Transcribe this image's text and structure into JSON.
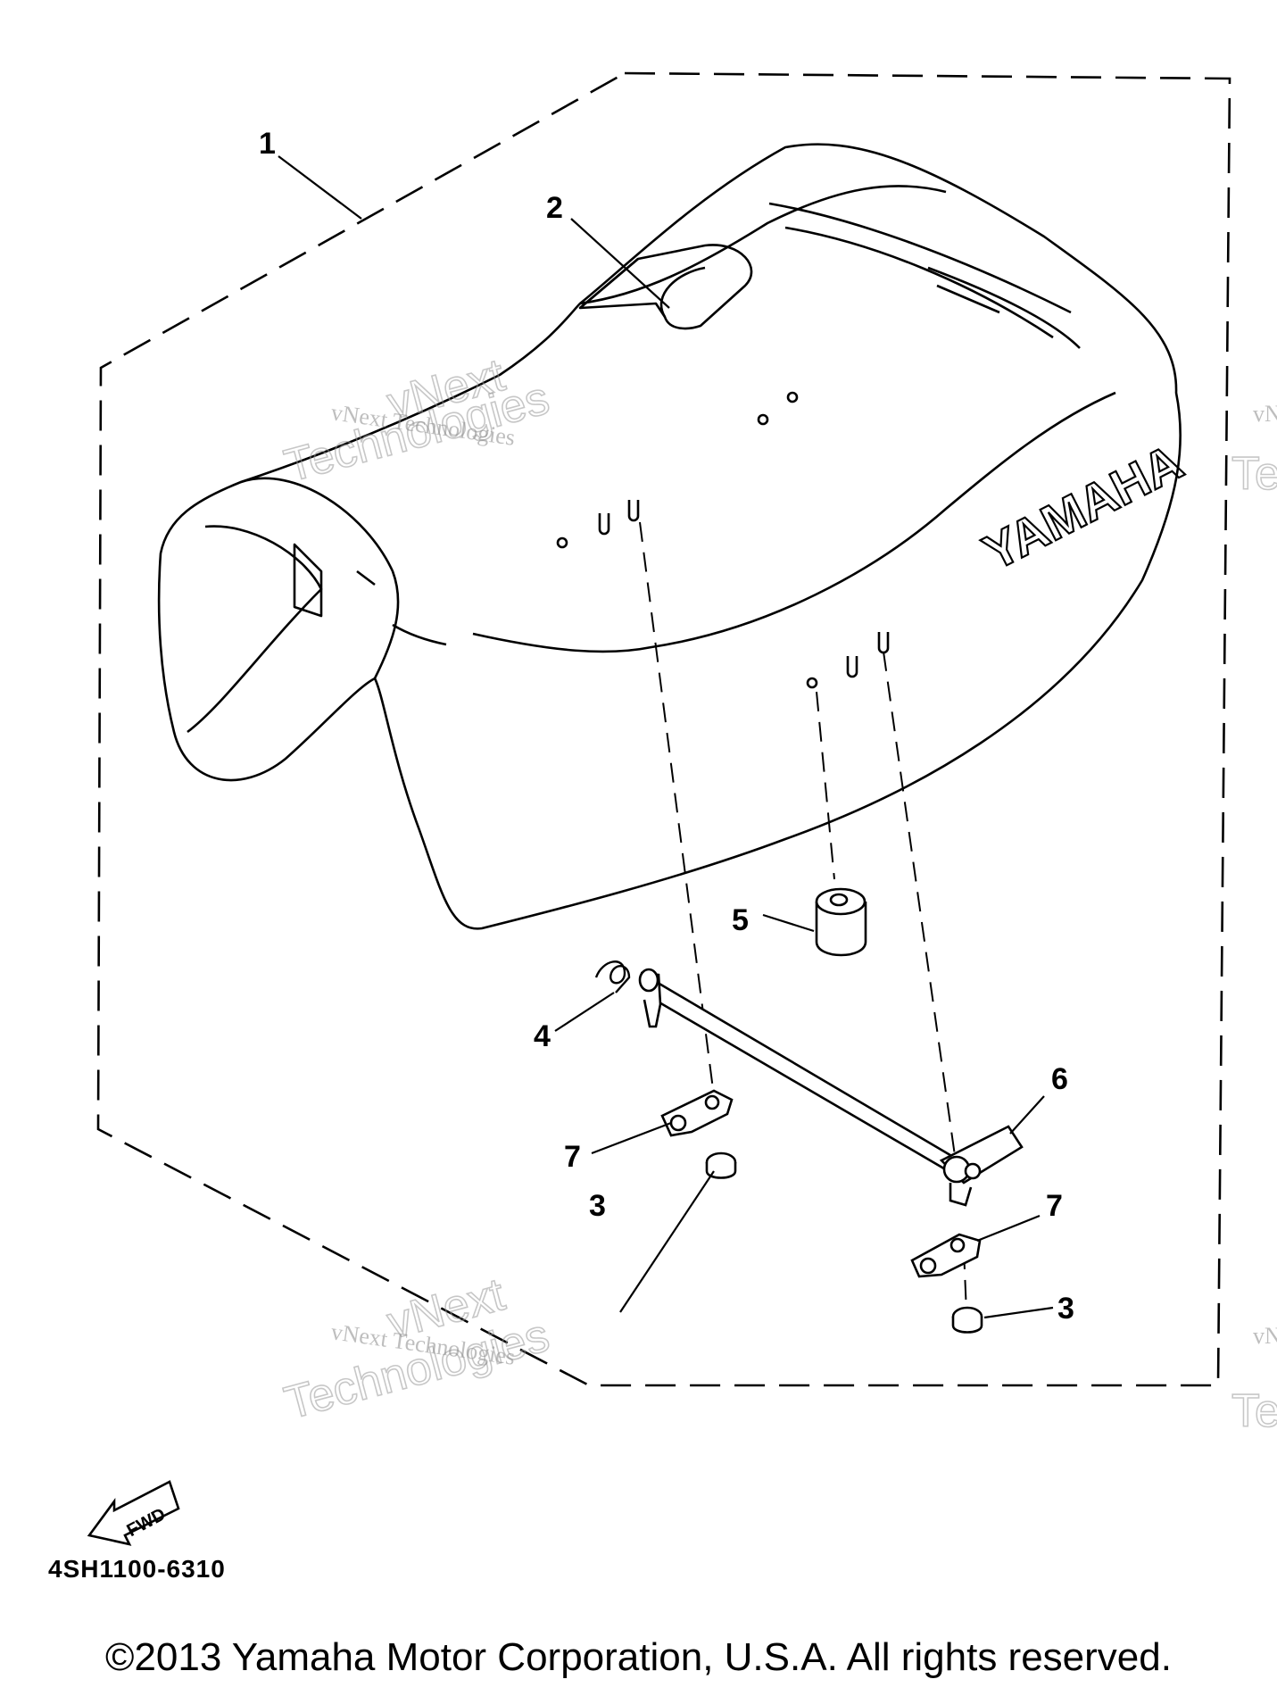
{
  "diagram": {
    "callouts": [
      "1",
      "2",
      "3",
      "4",
      "5",
      "6",
      "7",
      "7",
      "3"
    ],
    "brand_text": "YAMAHA",
    "fwd_label": "FWD",
    "watermark": {
      "line1": "vNext Technologies",
      "line2": "vNext",
      "line3": "Technologies"
    }
  },
  "footer": {
    "part_code": "4SH1100-6310",
    "copyright": "©2013 Yamaha Motor Corporation, U.S.A. All rights reserved."
  }
}
